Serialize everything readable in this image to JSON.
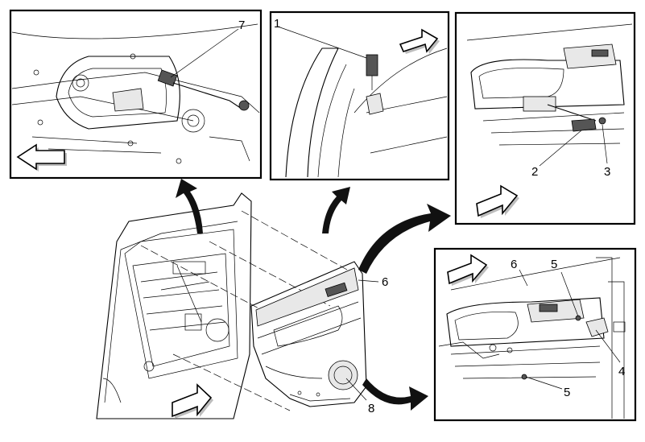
{
  "callouts": {
    "c1": "1",
    "c2": "2",
    "c3": "3",
    "c4": "4",
    "c5a": "5",
    "c5b": "5",
    "c6a": "6",
    "c6b": "6",
    "c7": "7",
    "c8": "8"
  },
  "icons": {
    "direction_arrow": "forward-arrow-icon",
    "detail_arrow": "curved-pointer-arrow-icon"
  },
  "colors": {
    "line": "#000000",
    "background": "#ffffff",
    "shade": "#e8e8e8"
  }
}
